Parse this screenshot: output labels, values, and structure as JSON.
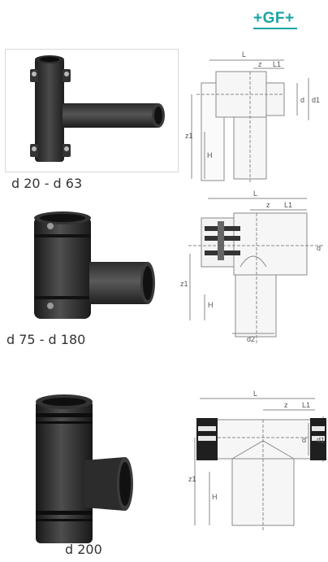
{
  "brand": {
    "logo_text": "+GF+",
    "color": "#1aa3a3"
  },
  "products": [
    {
      "caption": "d 20 - d 63",
      "photo_icon": "electrofusion-tee-small-icon",
      "drawing_labels": {
        "L": "L",
        "z": "z",
        "L1": "L1",
        "d": "d",
        "d1": "d1",
        "z1": "z1",
        "H": "H"
      }
    },
    {
      "caption": "d 75 - d 180",
      "photo_icon": "electrofusion-tee-medium-icon",
      "drawing_labels": {
        "L": "L",
        "z": "z",
        "L1": "L1",
        "d": "d",
        "z1": "z1",
        "H": "H",
        "d2": "d2"
      }
    },
    {
      "caption": "d 200",
      "photo_icon": "electrofusion-tee-large-icon",
      "drawing_labels": {
        "L": "L",
        "z": "z",
        "L1": "L1",
        "d": "d",
        "d1": "d1",
        "z1": "z1",
        "H": "H"
      }
    }
  ]
}
